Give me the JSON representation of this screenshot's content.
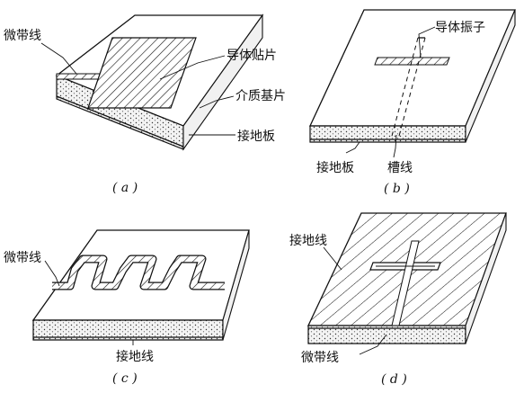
{
  "panels": {
    "a": {
      "caption": "( a )",
      "labels": {
        "microstrip": "微带线",
        "patch": "导体贴片",
        "substrate": "介质基片",
        "ground": "接地板"
      }
    },
    "b": {
      "caption": "( b )",
      "labels": {
        "strip": "导体振子",
        "ground": "接地板",
        "slot": "槽线"
      }
    },
    "c": {
      "caption": "( c )",
      "labels": {
        "microstrip": "微带线",
        "ground": "接地线"
      }
    },
    "d": {
      "caption": "( d )",
      "labels": {
        "ground": "接地线",
        "microstrip": "微带线"
      }
    }
  },
  "colors": {
    "line": "#111111",
    "board_side": "#f1f1f1",
    "background": "#ffffff"
  }
}
